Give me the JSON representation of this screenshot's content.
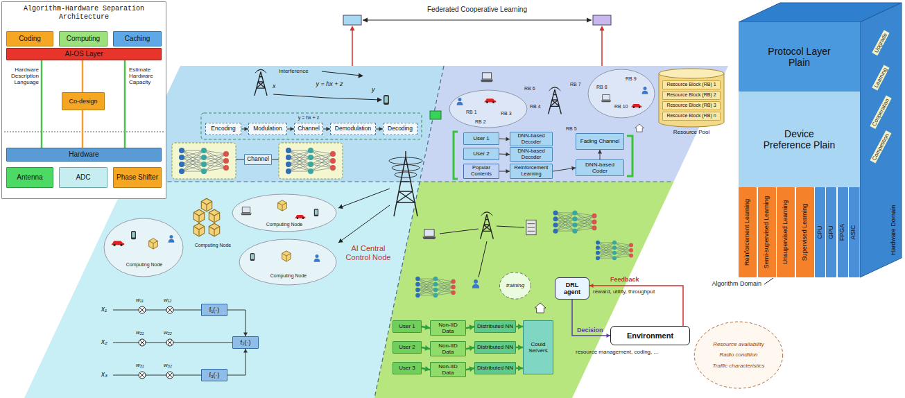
{
  "diagram": {
    "nodes": [
      {
        "text": [
          "Algorithm-Hardware Separation Architecture"
        ]
      },
      {
        "text": [
          "Coding"
        ],
        "in": 0
      },
      {
        "text": [
          "Computing"
        ],
        "in": 0
      },
      {
        "text": [
          "Caching"
        ],
        "in": 0
      },
      {
        "text": [
          "AI-OS Layer"
        ],
        "in": 0
      },
      {
        "text": [
          "Co-design"
        ],
        "in": 0
      },
      {
        "text": [
          "Hardware"
        ],
        "in": 0
      },
      {
        "text": [
          "Antenna"
        ],
        "in": 0
      },
      {
        "text": [
          "ADC"
        ],
        "in": 0
      },
      {
        "text": [
          "Phase Shifter"
        ],
        "in": 0
      },
      {
        "text": [
          "Encoding"
        ]
      },
      {
        "text": [
          "Modulation"
        ]
      },
      {
        "text": [
          "Channel"
        ]
      },
      {
        "text": [
          "Demodulation"
        ]
      },
      {
        "text": [
          "Decoding"
        ]
      },
      {
        "text": [
          "Channel"
        ]
      },
      {
        "text": [
          "Resource Pool"
        ]
      },
      {
        "text": [
          "Resource Block (RB) 1"
        ],
        "in": 16
      },
      {
        "text": [
          "Resource Block (RB) 2"
        ],
        "in": 16
      },
      {
        "text": [
          "Resource Block (RB) 3"
        ],
        "in": 16
      },
      {
        "text": [
          "Resource Block (RB) n"
        ],
        "in": 16
      },
      {
        "text": [
          "User 1"
        ]
      },
      {
        "text": [
          "User 2"
        ]
      },
      {
        "text": [
          "DNN-based Decoder"
        ]
      },
      {
        "text": [
          "DNN-based Decoder"
        ]
      },
      {
        "text": [
          "Fading Channel"
        ]
      },
      {
        "text": [
          "Popular Contents"
        ]
      },
      {
        "text": [
          "Reinforcement Learning"
        ]
      },
      {
        "text": [
          "DNN-based Coder"
        ]
      },
      {
        "text": [
          "f₁(·)"
        ]
      },
      {
        "text": [
          "f₂(·)"
        ]
      },
      {
        "text": [
          "f₃(·)"
        ]
      },
      {
        "text": [
          "User 1"
        ]
      },
      {
        "text": [
          "Non-IID Data"
        ]
      },
      {
        "text": [
          "Distributed NN"
        ]
      },
      {
        "text": [
          "User 2"
        ]
      },
      {
        "text": [
          "Non-IID Data"
        ]
      },
      {
        "text": [
          "Distributed NN"
        ]
      },
      {
        "text": [
          "User 3"
        ]
      },
      {
        "text": [
          "Non-IID Data"
        ]
      },
      {
        "text": [
          "Distributed NN"
        ]
      },
      {
        "text": [
          "Could Servers"
        ]
      },
      {
        "text": [
          "training"
        ]
      },
      {
        "text": [
          "DRL agent"
        ]
      },
      {
        "text": [
          "Environment"
        ]
      },
      {
        "text": [
          "Resource availability",
          "Radio condition",
          "Traffic characteristics"
        ]
      },
      {
        "text": [
          "Protocol Layer Plain"
        ]
      },
      {
        "text": [
          "Device Preference Plain"
        ]
      },
      {
        "text": [
          "Reinforcement Learning"
        ]
      },
      {
        "text": [
          "Semi-supervised Learning"
        ]
      },
      {
        "text": [
          "Unsupervised Learning"
        ]
      },
      {
        "text": [
          "Supervised Learning"
        ]
      },
      {
        "text": [
          "CPU"
        ]
      },
      {
        "text": [
          "GPU"
        ]
      },
      {
        "text": [
          "FPGA"
        ]
      },
      {
        "text": [
          "ASIC"
        ]
      }
    ],
    "edges": [
      {
        "from": 4,
        "to": 6,
        "label": "Hardware Description Language",
        "arrow": "none"
      },
      {
        "from": 4,
        "to": 5,
        "arrow": "none"
      },
      {
        "from": 5,
        "to": 6,
        "arrow": "none"
      },
      {
        "from": 6,
        "to": 4,
        "label": "Estimate Hardware Capacity",
        "arrow": "none"
      },
      {
        "from": 10,
        "to": 11,
        "arrow": "to"
      },
      {
        "from": 11,
        "to": 12,
        "arrow": "to"
      },
      {
        "from": 12,
        "to": 13,
        "arrow": "to"
      },
      {
        "from": 13,
        "to": 14,
        "arrow": "to"
      },
      {
        "from": 21,
        "to": 23,
        "arrow": "to"
      },
      {
        "from": 22,
        "to": 24,
        "arrow": "to"
      },
      {
        "from": 26,
        "to": 27,
        "arrow": "to"
      },
      {
        "from": 27,
        "to": 28,
        "arrow": "to"
      },
      {
        "from": 28,
        "to": 25,
        "arrow": "to"
      },
      {
        "from": 29,
        "to": 30,
        "arrow": "to"
      },
      {
        "from": 31,
        "to": 30,
        "arrow": "to"
      },
      {
        "from": 32,
        "to": 33,
        "arrow": "to"
      },
      {
        "from": 33,
        "to": 34,
        "arrow": "to"
      },
      {
        "from": 34,
        "to": 41,
        "arrow": "to"
      },
      {
        "from": 35,
        "to": 36,
        "arrow": "to"
      },
      {
        "from": 36,
        "to": 37,
        "arrow": "to"
      },
      {
        "from": 37,
        "to": 41,
        "arrow": "to"
      },
      {
        "from": 38,
        "to": 39,
        "arrow": "to"
      },
      {
        "from": 39,
        "to": 40,
        "arrow": "to"
      },
      {
        "from": 40,
        "to": 41,
        "arrow": "to"
      },
      {
        "from": 43,
        "to": 44,
        "label": "Decision",
        "arrow": "to"
      },
      {
        "from": 44,
        "to": 43,
        "label": "Feedback",
        "arrow": "to"
      }
    ],
    "labels": [
      "Federated Cooperative Learning",
      "Interference",
      "y = hx + z",
      "x",
      "y",
      "RB 1",
      "RB 2",
      "RB 3",
      "RB 4",
      "RB 5",
      "RB 6",
      "RB 7",
      "RB 8",
      "RB 9",
      "RB 10",
      "Computing Node",
      "Computing Node",
      "Computing Node",
      "Computing Node",
      "AI Central Control Node",
      "x₁",
      "x₂",
      "x₃",
      "w₁₁",
      "w₁₂",
      "w₂₁",
      "w₂₂",
      "w₃₁",
      "w₃₂",
      "reward, utility, throughput",
      "resource management, coding, ...",
      "Upgrade",
      "Learning",
      "Cooperation",
      "Competition",
      "Hardware Domain",
      "Algorithm Domain",
      "y = hx + z"
    ]
  }
}
